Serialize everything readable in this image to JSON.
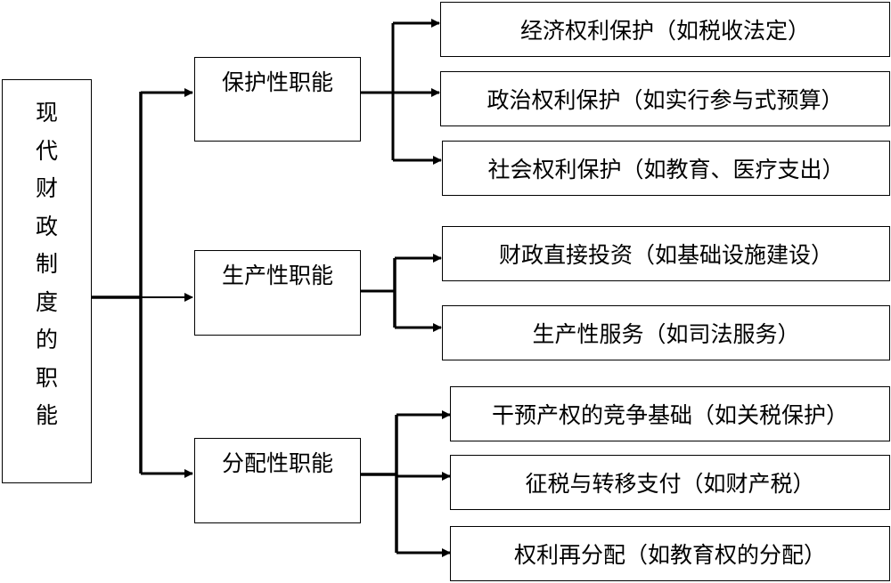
{
  "diagram": {
    "root": {
      "label": "现代财政制度的职能",
      "chars": [
        "现",
        "代",
        "财",
        "政",
        "制",
        "度",
        "的",
        "职",
        "能"
      ]
    },
    "branches": [
      {
        "label": "保护性职能",
        "children": [
          "经济权利保护（如税收法定）",
          "政治权利保护（如实行参与式预算）",
          "社会权利保护（如教育、医疗支出）"
        ]
      },
      {
        "label": "生产性职能",
        "children": [
          "财政直接投资（如基础设施建设）",
          "生产性服务（如司法服务）"
        ]
      },
      {
        "label": "分配性职能",
        "children": [
          "干预产权的竞争基础（如关税保护）",
          "征税与转移支付（如财产税）",
          "权利再分配（如教育权的分配）"
        ]
      }
    ],
    "colors": {
      "line": "#000000",
      "box_border": "#000000",
      "background": "#ffffff"
    }
  }
}
